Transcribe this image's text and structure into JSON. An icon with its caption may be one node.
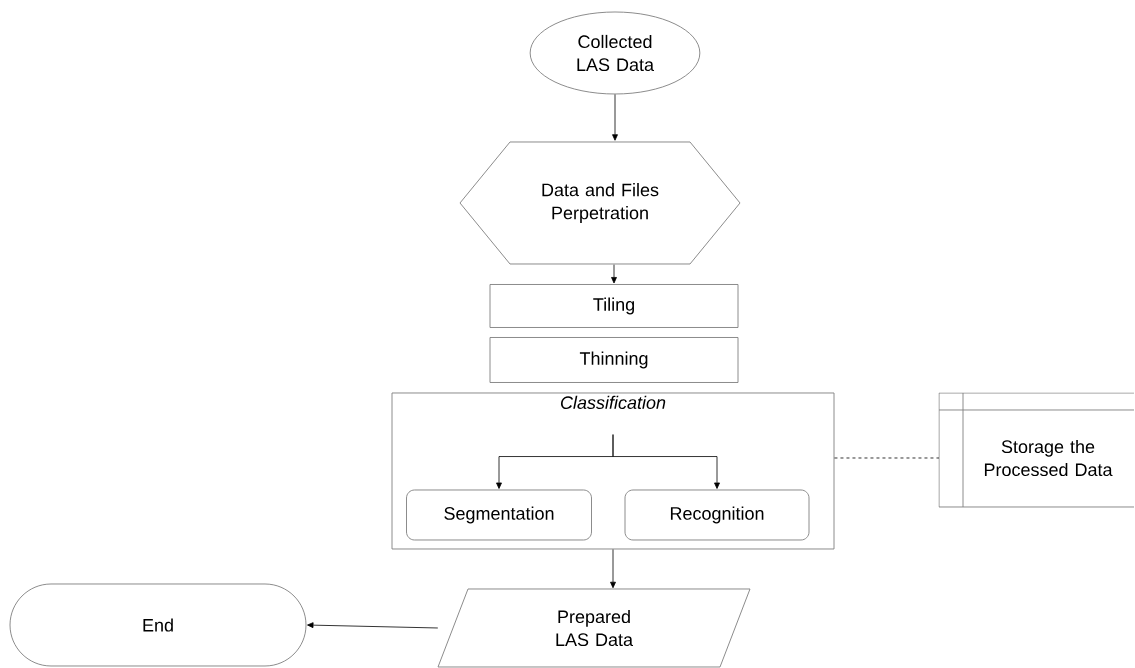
{
  "diagram": {
    "nodes": [
      {
        "text": [
          "Collected LAS Data"
        ]
      },
      {
        "text": [
          "Data and Files Perpetration"
        ]
      },
      {
        "text": [
          "Tiling"
        ]
      },
      {
        "text": [
          "Thinning"
        ]
      },
      {
        "text": [
          "*Classification*"
        ]
      },
      {
        "text": [
          "Segmentation"
        ],
        "in": 4
      },
      {
        "text": [
          "Recognition"
        ],
        "in": 4
      },
      {
        "text": [
          "Storage the Processed Data"
        ]
      },
      {
        "text": [
          "Prepared LAS Data"
        ]
      },
      {
        "text": [
          "End"
        ]
      }
    ],
    "edges": [
      {
        "from": 0,
        "to": 1,
        "arrow": "to"
      },
      {
        "from": 1,
        "to": 2,
        "arrow": "to"
      },
      {
        "from": 4,
        "to": 5,
        "arrow": "to"
      },
      {
        "from": 4,
        "to": 6,
        "arrow": "to"
      },
      {
        "from": 4,
        "to": 7,
        "arrow": "none",
        "style": "dashed"
      },
      {
        "from": 4,
        "to": 8,
        "arrow": "to"
      },
      {
        "from": 8,
        "to": 9,
        "arrow": "to"
      }
    ]
  }
}
